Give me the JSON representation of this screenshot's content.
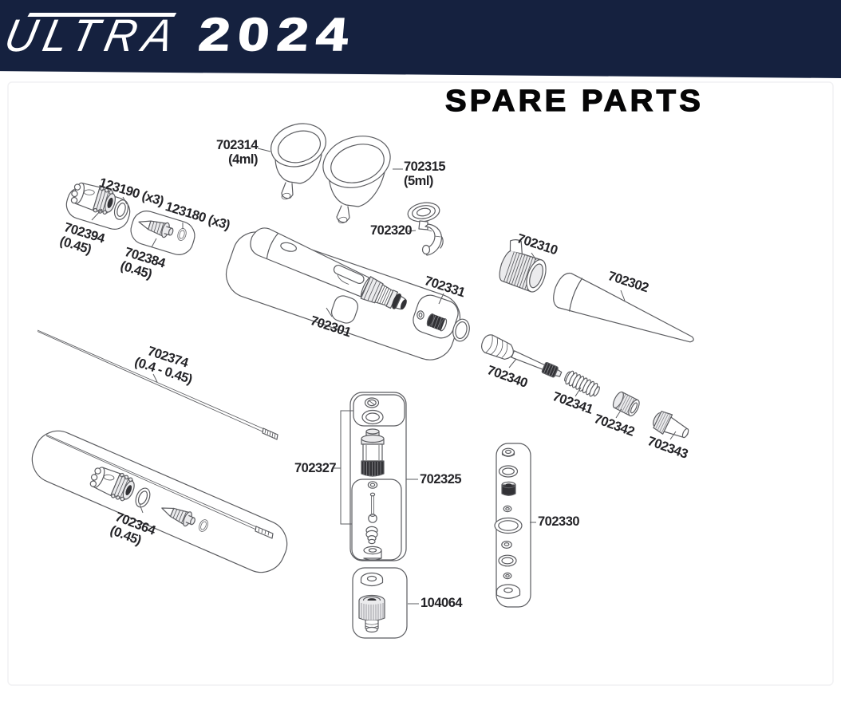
{
  "header": {
    "brand": "ULTRA",
    "year": "2024",
    "banner_color": "#15213f"
  },
  "title": "SPARE PARTS",
  "parts": {
    "funnel_small": {
      "id": "702314",
      "size": "(4ml)"
    },
    "funnel_large": {
      "id": "702315",
      "size": "(5ml)"
    },
    "oring_nozzle_cap": {
      "id": "123190 (x3)"
    },
    "oring_nozzle": {
      "id": "123180 (x3)"
    },
    "nozzle_cap_set": {
      "id": "702394",
      "size": "(0.45)"
    },
    "nozzle_set": {
      "id": "702384",
      "size": "(0.45)"
    },
    "cup_holder": {
      "id": "702320"
    },
    "handle_cap": {
      "id": "702310"
    },
    "handle": {
      "id": "702302"
    },
    "valve_set": {
      "id": "702331"
    },
    "body": {
      "id": "702301"
    },
    "needle": {
      "id": "702374",
      "size": "(0.4 - 0.45)"
    },
    "needle_chucking_guide": {
      "id": "702340"
    },
    "spring": {
      "id": "702341"
    },
    "chuck_nut": {
      "id": "702342"
    },
    "needle_end_cap": {
      "id": "702343"
    },
    "valve_upper_set": {
      "id": "702327"
    },
    "valve_complete": {
      "id": "702325"
    },
    "seal_set": {
      "id": "702330"
    },
    "nozzle_value_set": {
      "id": "702364",
      "size": "(0.45)"
    },
    "hose_connector": {
      "id": "104064"
    }
  }
}
